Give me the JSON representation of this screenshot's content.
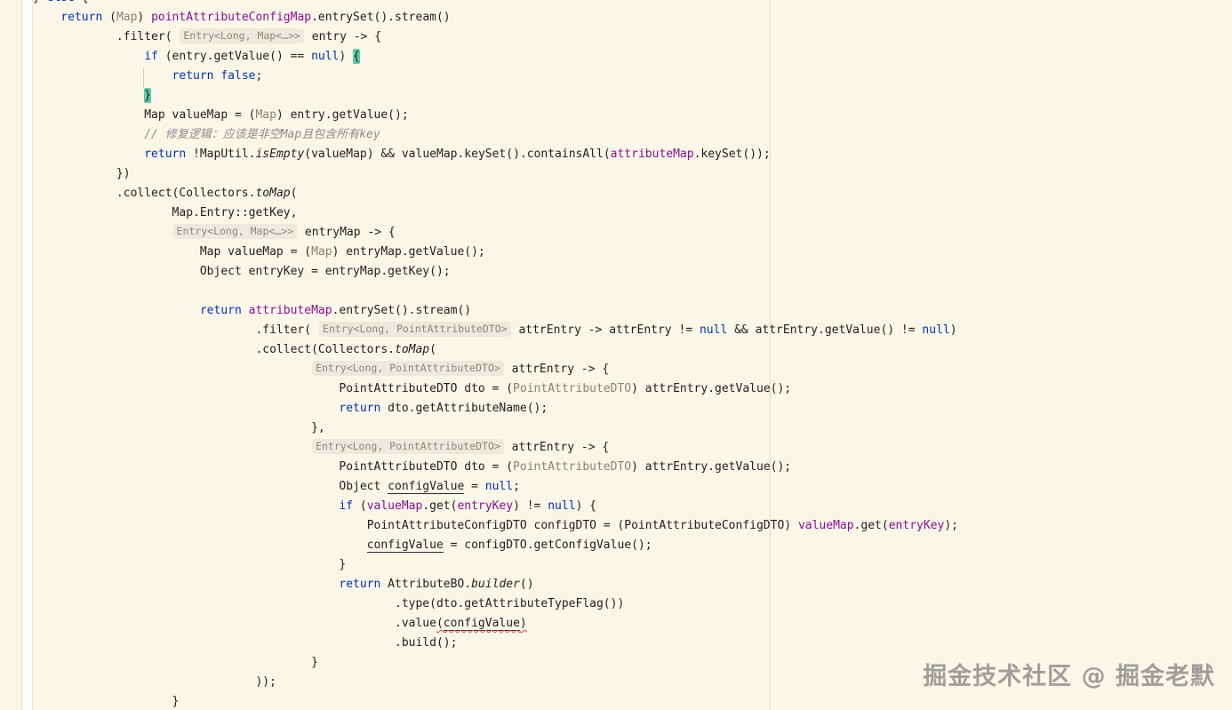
{
  "watermark": {
    "text": "掘金技术社区 @ 掘金老默"
  },
  "editor": {
    "language": "java",
    "background": "#faf6e8",
    "colors": {
      "keyword": "#0033b3",
      "captured_variable": "#871094",
      "cast_type": "#84847a",
      "comment": "#8c8c8c",
      "brace_match_bg": "#5ec9a7",
      "error_squiggle": "#e8453c",
      "inlay_bg": "#eceadf",
      "inlay_text": "#8b8878"
    },
    "inlay_hints": [
      "Entry<Long, Map<…>>",
      "Entry<Long, PointAttributeDTO>"
    ],
    "lines": [
      {
        "i": 0,
        "t": [
          "} ",
          {
            "t": "else",
            "c": "k"
          },
          " {"
        ]
      },
      {
        "i": 4,
        "t": [
          {
            "t": "return",
            "c": "k"
          },
          " (",
          {
            "t": "Map",
            "c": "g"
          },
          ") ",
          {
            "t": "pointAttributeConfigMap",
            "c": "p"
          },
          ".entrySet().stream()"
        ]
      },
      {
        "i": 12,
        "t": [
          ".filter( ",
          {
            "t": "Entry<Long, Map<…>>",
            "c": "inlay"
          },
          " entry -> {"
        ]
      },
      {
        "i": 16,
        "t": [
          {
            "t": "if",
            "c": "k"
          },
          " (entry.getValue() == ",
          {
            "t": "null",
            "c": "k"
          },
          ") ",
          {
            "t": "{",
            "c": "hl"
          }
        ]
      },
      {
        "i": 20,
        "t": [
          {
            "t": "return",
            "c": "k"
          },
          " ",
          {
            "t": "false",
            "c": "k"
          },
          ";"
        ]
      },
      {
        "i": 16,
        "t": [
          {
            "t": "}",
            "c": "hl"
          }
        ]
      },
      {
        "i": 16,
        "t": [
          "Map valueMap = (",
          {
            "t": "Map",
            "c": "g"
          },
          ") entry.getValue();"
        ]
      },
      {
        "i": 16,
        "t": [
          {
            "t": "// 修复逻辑：应该是非空Map且包含所有key",
            "c": "cm"
          }
        ]
      },
      {
        "i": 16,
        "t": [
          {
            "t": "return",
            "c": "k"
          },
          " !MapUtil.",
          {
            "t": "isEmpty",
            "c": "st"
          },
          "(valueMap) && valueMap.keySet().containsAll(",
          {
            "t": "attributeMap",
            "c": "p"
          },
          ".keySet());"
        ]
      },
      {
        "i": 12,
        "t": [
          "})"
        ]
      },
      {
        "i": 12,
        "t": [
          ".collect(Collectors.",
          {
            "t": "toMap",
            "c": "st"
          },
          "("
        ]
      },
      {
        "i": 20,
        "t": [
          "Map.Entry::getKey,"
        ]
      },
      {
        "i": 20,
        "t": [
          {
            "t": "Entry<Long, Map<…>>",
            "c": "inlay"
          },
          " entryMap -> {"
        ]
      },
      {
        "i": 24,
        "t": [
          "Map valueMap = (",
          {
            "t": "Map",
            "c": "g"
          },
          ") entryMap.getValue();"
        ]
      },
      {
        "i": 24,
        "t": [
          "Object entryKey = entryMap.getKey();"
        ]
      },
      {
        "i": 0,
        "t": []
      },
      {
        "i": 24,
        "t": [
          {
            "t": "return",
            "c": "k"
          },
          " ",
          {
            "t": "attributeMap",
            "c": "p"
          },
          ".entrySet().stream()"
        ]
      },
      {
        "i": 32,
        "t": [
          ".filter( ",
          {
            "t": "Entry<Long, PointAttributeDTO>",
            "c": "inlay"
          },
          " attrEntry -> attrEntry != ",
          {
            "t": "null",
            "c": "k"
          },
          " && attrEntry.getValue() != ",
          {
            "t": "null",
            "c": "k"
          },
          ")"
        ]
      },
      {
        "i": 32,
        "t": [
          ".collect(Collectors.",
          {
            "t": "toMap",
            "c": "st"
          },
          "("
        ]
      },
      {
        "i": 40,
        "t": [
          {
            "t": "Entry<Long, PointAttributeDTO>",
            "c": "inlay"
          },
          " attrEntry -> {"
        ]
      },
      {
        "i": 44,
        "t": [
          "PointAttributeDTO dto = (",
          {
            "t": "PointAttributeDTO",
            "c": "g"
          },
          ") attrEntry.getValue();"
        ]
      },
      {
        "i": 44,
        "t": [
          {
            "t": "return",
            "c": "k"
          },
          " dto.getAttributeName();"
        ]
      },
      {
        "i": 40,
        "t": [
          "},"
        ]
      },
      {
        "i": 40,
        "t": [
          {
            "t": "Entry<Long, PointAttributeDTO>",
            "c": "inlay"
          },
          " attrEntry -> {"
        ]
      },
      {
        "i": 44,
        "t": [
          "PointAttributeDTO dto = (",
          {
            "t": "PointAttributeDTO",
            "c": "g"
          },
          ") attrEntry.getValue();"
        ]
      },
      {
        "i": 44,
        "t": [
          "Object ",
          {
            "t": "configValue",
            "c": "u"
          },
          " = ",
          {
            "t": "null",
            "c": "k"
          },
          ";"
        ]
      },
      {
        "i": 44,
        "t": [
          {
            "t": "if",
            "c": "k"
          },
          " (",
          {
            "t": "valueMap",
            "c": "p"
          },
          ".get(",
          {
            "t": "entryKey",
            "c": "p"
          },
          ") != ",
          {
            "t": "null",
            "c": "k"
          },
          ") {"
        ]
      },
      {
        "i": 48,
        "t": [
          "PointAttributeConfigDTO configDTO = (PointAttributeConfigDTO) ",
          {
            "t": "valueMap",
            "c": "p"
          },
          ".get(",
          {
            "t": "entryKey",
            "c": "p"
          },
          ");"
        ]
      },
      {
        "i": 48,
        "t": [
          {
            "t": "configValue",
            "c": "u"
          },
          " = configDTO.getConfigValue();"
        ]
      },
      {
        "i": 44,
        "t": [
          "}"
        ]
      },
      {
        "i": 44,
        "t": [
          {
            "t": "return",
            "c": "k"
          },
          " AttributeBO.",
          {
            "t": "builder",
            "c": "st"
          },
          "()"
        ]
      },
      {
        "i": 52,
        "t": [
          ".type(dto.getAttributeTypeFlag())"
        ]
      },
      {
        "i": 52,
        "t": [
          ".value",
          {
            "t": "(",
            "c": "err"
          },
          {
            "t": "configValue",
            "c": "u err"
          },
          {
            "t": ")",
            "c": "err"
          }
        ]
      },
      {
        "i": 52,
        "t": [
          ".build();"
        ]
      },
      {
        "i": 40,
        "t": [
          "}"
        ]
      },
      {
        "i": 32,
        "t": [
          "));"
        ]
      },
      {
        "i": 20,
        "t": [
          "}"
        ]
      }
    ]
  }
}
